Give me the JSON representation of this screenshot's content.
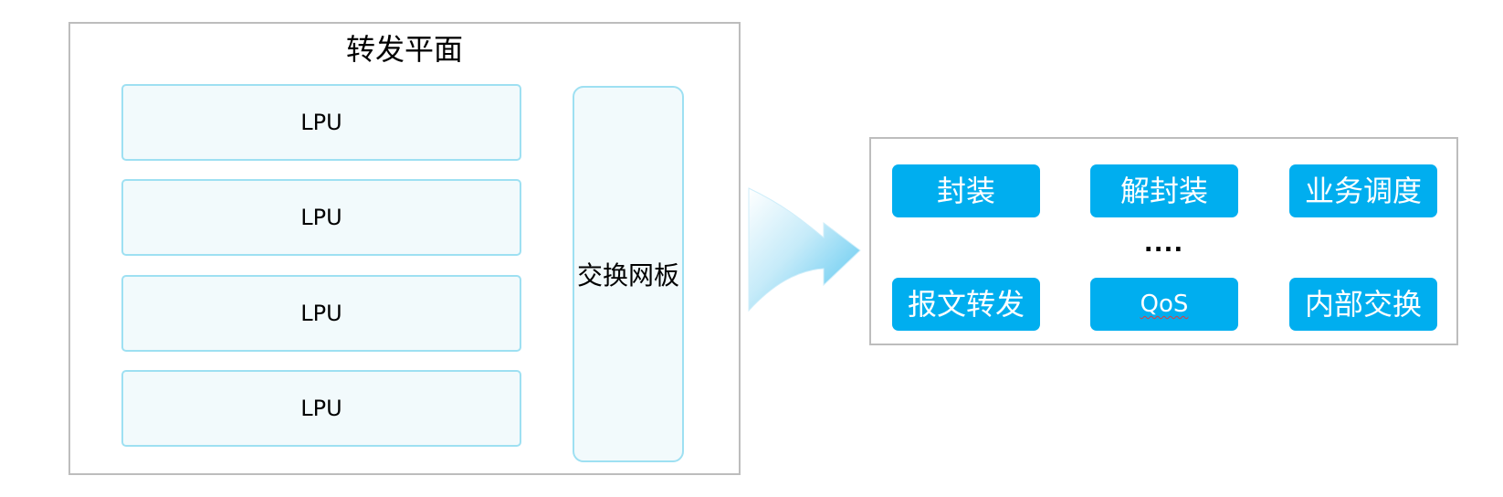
{
  "forwarding_plane": {
    "title": "转发平面",
    "lpus": [
      "LPU",
      "LPU",
      "LPU",
      "LPU"
    ],
    "switch_fabric": "交换网板"
  },
  "functions": {
    "row1": [
      "封装",
      "解封装",
      "业务调度"
    ],
    "ellipsis": "....",
    "row2": [
      "报文转发",
      "QoS",
      "内部交换"
    ]
  },
  "colors": {
    "function_box": "#00aeef",
    "lpu_fill": "#f2fafc",
    "lpu_border": "#9ee0f2",
    "frame_border": "#bdbdbd"
  }
}
